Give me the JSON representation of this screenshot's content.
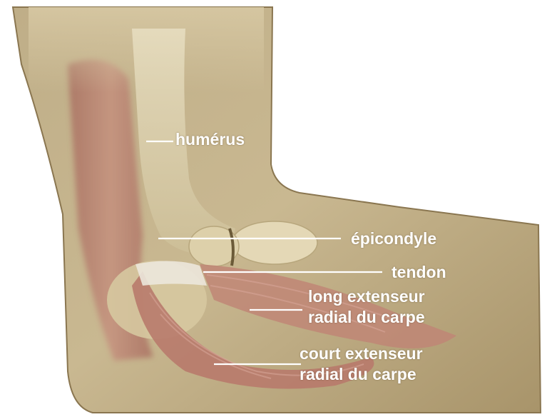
{
  "labels": {
    "humerus": "humérus",
    "epicondyle": "épicondyle",
    "tendon": "tendon",
    "long_extensor_line1": "long extenseur",
    "long_extensor_line2": "radial du carpe",
    "short_extensor_line1": "court extenseur",
    "short_extensor_line2": "radial du carpe"
  },
  "colors": {
    "background": "#ffffff",
    "skin": "#b8a57c",
    "bone": "#dcd0ad",
    "muscle": "#b5786a",
    "tendon": "#e6e1d6",
    "label_text": "#ffffff"
  }
}
